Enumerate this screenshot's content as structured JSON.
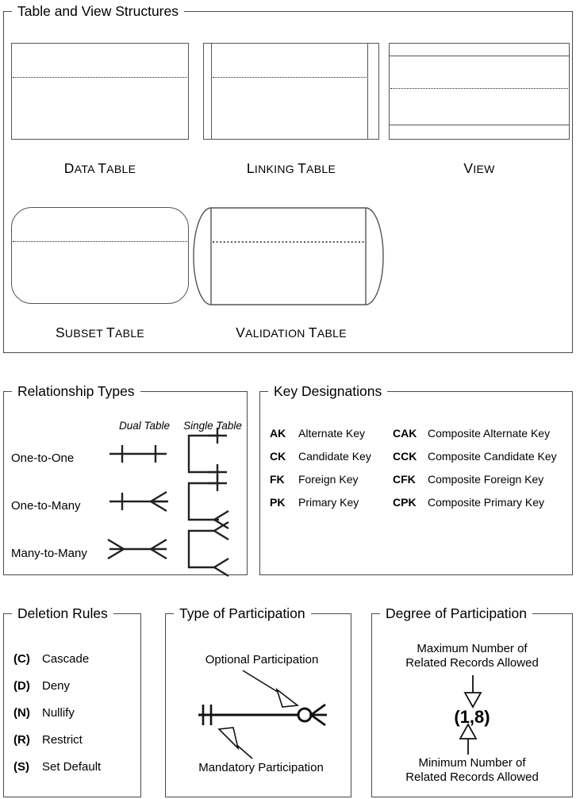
{
  "panels": {
    "table_structures": {
      "title": "Table and View Structures",
      "items": [
        {
          "name": "data-table",
          "caption_first": "D",
          "caption_rest": "ATA ",
          "caption_first2": "T",
          "caption_rest2": "ABLE"
        },
        {
          "name": "linking-table",
          "caption_first": "L",
          "caption_rest": "INKING ",
          "caption_first2": "T",
          "caption_rest2": "ABLE"
        },
        {
          "name": "view",
          "caption_first": "V",
          "caption_rest": "IEW",
          "caption_first2": "",
          "caption_rest2": ""
        },
        {
          "name": "subset-table",
          "caption_first": "S",
          "caption_rest": "UBSET ",
          "caption_first2": "T",
          "caption_rest2": "ABLE"
        },
        {
          "name": "validation-table",
          "caption_first": "V",
          "caption_rest": "ALIDATION ",
          "caption_first2": "T",
          "caption_rest2": "ABLE"
        }
      ]
    },
    "relationship_types": {
      "title": "Relationship Types",
      "columns": [
        "Dual Table",
        "Single Table"
      ],
      "rows": [
        "One-to-One",
        "One-to-Many",
        "Many-to-Many"
      ]
    },
    "key_designations": {
      "title": "Key Designations",
      "left": [
        {
          "abbr": "AK",
          "label": "Alternate Key"
        },
        {
          "abbr": "CK",
          "label": "Candidate Key"
        },
        {
          "abbr": "FK",
          "label": "Foreign Key"
        },
        {
          "abbr": "PK",
          "label": "Primary Key"
        }
      ],
      "right": [
        {
          "abbr": "CAK",
          "label": "Composite Alternate Key"
        },
        {
          "abbr": "CCK",
          "label": "Composite Candidate Key"
        },
        {
          "abbr": "CFK",
          "label": "Composite Foreign Key"
        },
        {
          "abbr": "CPK",
          "label": "Composite Primary Key"
        }
      ]
    },
    "deletion_rules": {
      "title": "Deletion Rules",
      "items": [
        {
          "abbr": "(C)",
          "label": "Cascade"
        },
        {
          "abbr": "(D)",
          "label": "Deny"
        },
        {
          "abbr": "(N)",
          "label": "Nullify"
        },
        {
          "abbr": "(R)",
          "label": "Restrict"
        },
        {
          "abbr": "(S)",
          "label": "Set Default"
        }
      ]
    },
    "type_of_participation": {
      "title": "Type of Participation",
      "optional_label": "Optional Participation",
      "mandatory_label": "Mandatory Participation"
    },
    "degree_of_participation": {
      "title": "Degree of Participation",
      "maximum_label_line1": "Maximum Number of",
      "maximum_label_line2": "Related Records Allowed",
      "value": "(1,8)",
      "minimum_label_line1": "Minimum Number of",
      "minimum_label_line2": "Related Records Allowed"
    }
  },
  "colors": {
    "line": "#555555",
    "ink": "#222222",
    "background": "#ffffff"
  }
}
